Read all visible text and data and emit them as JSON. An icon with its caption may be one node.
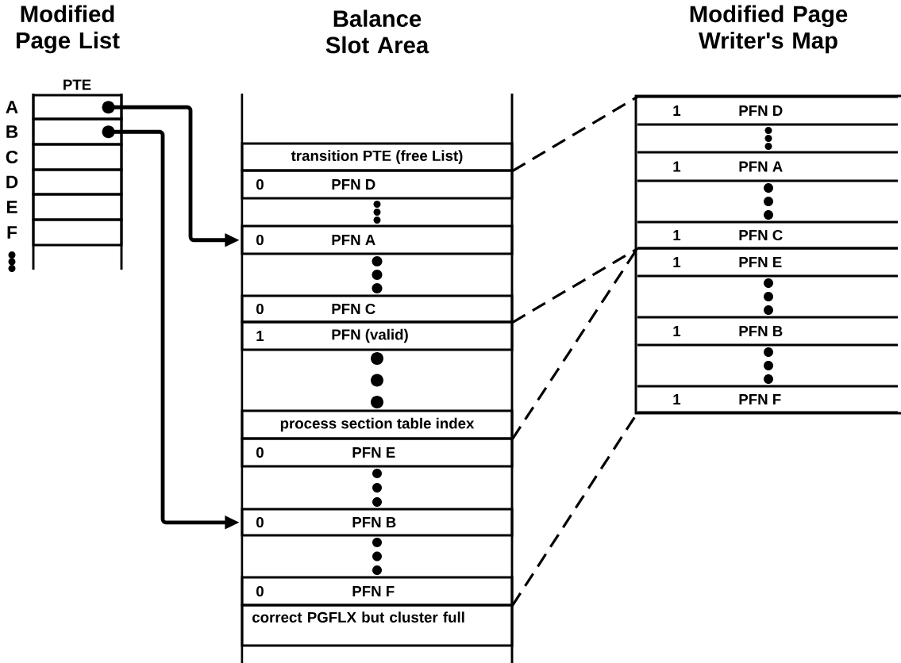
{
  "diagram": {
    "nodes": [
      {
        "text": [
          "Modified Page List",
          "PTE"
        ]
      },
      {
        "text": [],
        "shape": "box",
        "in": 0,
        "beside": [
          "A"
        ]
      },
      {
        "text": [],
        "shape": "box",
        "in": 0,
        "beside": [
          "B"
        ]
      },
      {
        "text": [],
        "shape": "box",
        "in": 0,
        "beside": [
          "C"
        ]
      },
      {
        "text": [],
        "shape": "box",
        "in": 0,
        "beside": [
          "D"
        ]
      },
      {
        "text": [],
        "shape": "box",
        "in": 0,
        "beside": [
          "E"
        ]
      },
      {
        "text": [],
        "shape": "box",
        "in": 0,
        "beside": [
          "F"
        ]
      },
      {
        "text": [
          "Balance Slot Area"
        ]
      },
      {
        "text": [
          "transition PTE (free List)"
        ],
        "in": 7
      },
      {
        "text": [
          "0",
          "PFN D"
        ],
        "in": 7
      },
      {
        "text": [
          "0",
          "PFN A"
        ],
        "in": 7
      },
      {
        "text": [
          "0",
          "PFN C"
        ],
        "in": 7
      },
      {
        "text": [
          "1",
          "PFN (valid)"
        ],
        "in": 7
      },
      {
        "text": [
          "process section table index"
        ],
        "in": 7
      },
      {
        "text": [
          "0",
          "PFN E"
        ],
        "in": 7
      },
      {
        "text": [
          "0",
          "PFN B"
        ],
        "in": 7
      },
      {
        "text": [
          "0",
          "PFN F"
        ],
        "in": 7
      },
      {
        "text": [
          "correct PGFLX but cluster full"
        ],
        "in": 7
      },
      {
        "text": [
          "Modified Page Writer's Map"
        ]
      },
      {
        "text": [
          "1",
          "PFN D"
        ],
        "in": 18
      },
      {
        "text": [
          "1",
          "PFN A"
        ],
        "in": 18
      },
      {
        "text": [
          "1",
          "PFN C"
        ],
        "in": 18
      },
      {
        "text": [
          "1",
          "PFN E"
        ],
        "in": 18
      },
      {
        "text": [
          "1",
          "PFN B"
        ],
        "in": 18
      },
      {
        "text": [
          "1",
          "PFN F"
        ],
        "in": 18
      }
    ],
    "edges": [
      {
        "from": 1,
        "to": 10,
        "arrow": "to"
      },
      {
        "from": 2,
        "to": 15,
        "arrow": "to"
      },
      {
        "from": 8,
        "to": 19,
        "arrow": "none",
        "style": "dashed"
      },
      {
        "from": 11,
        "to": 21,
        "arrow": "none",
        "style": "dashed"
      },
      {
        "from": 13,
        "to": 22,
        "arrow": "none",
        "style": "dashed"
      },
      {
        "from": 16,
        "to": 24,
        "arrow": "none",
        "style": "dashed"
      }
    ]
  }
}
